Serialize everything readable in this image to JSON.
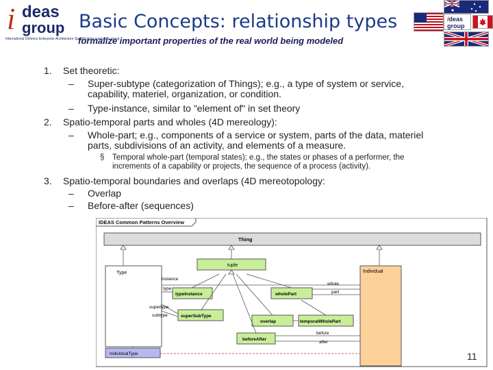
{
  "header": {
    "logo": {
      "letter": "i",
      "word1": "deas",
      "word2": "group",
      "tagline": "International Defence Enterprise Architecture Specification exchange group"
    },
    "title": "Basic Concepts:  relationship types",
    "subtitle": "formalize important properties of the real world being modeled"
  },
  "list": {
    "item1": {
      "number": "1.",
      "text": "Set theoretic:",
      "sub": [
        {
          "dash": "–",
          "lines": [
            "Super-subtype (categorization of Things); e.g., a type of system or service,",
            "capability, materiel, organization, or condition."
          ]
        },
        {
          "dash": "–",
          "lines": [
            "Type-instance, similar to \"element of\" in set theory"
          ]
        }
      ]
    },
    "item2": {
      "number": "2.",
      "text": "Spatio-temporal parts and wholes (4D mereology):",
      "sub": [
        {
          "dash": "–",
          "lines": [
            "Whole-part; e.g., components of a service or system, parts of the data, materiel",
            "parts, subdivisions of an activity, and elements of a measure."
          ]
        }
      ],
      "bullet": {
        "mark": "§",
        "lines": [
          "Temporal whole-part (temporal states); e.g., the states or phases of a performer, the",
          "increments of a capability or projects, the sequence of a process (activity)."
        ]
      }
    },
    "item3": {
      "number": "3.",
      "text": "Spatio-temporal boundaries and overlaps (4D mereotopology:",
      "sub": [
        {
          "dash": "–",
          "lines": [
            "Overlap"
          ]
        },
        {
          "dash": "–",
          "lines": [
            "Before-after (sequences)"
          ]
        }
      ]
    }
  },
  "diagram": {
    "frame_title": "IDEAS Common Patterns Overview",
    "classes": {
      "thing": "Thing",
      "tuple": "tuple",
      "type": "Type",
      "individual": "Individual",
      "typeInstance": "typeInstance",
      "wholePart": "wholePart",
      "superSubType": "superSubType",
      "overlap": "overlap",
      "temporalWholePart": "temporalWholePart",
      "beforeAfter": "beforeAfter",
      "individualType": "IndividualType"
    },
    "roles": {
      "instance": "instance",
      "type": "type",
      "supertype": "supertype",
      "subtype": "subtype",
      "whole": "whole",
      "part": "part",
      "before": "before",
      "after": "after"
    },
    "colors": {
      "thing": "#dcdcdc",
      "tuple": "#c9ee9a",
      "individual": "#fcd19a",
      "type": "#ffffff",
      "individualType": "#b8b8f0"
    }
  },
  "slide_number": "11"
}
